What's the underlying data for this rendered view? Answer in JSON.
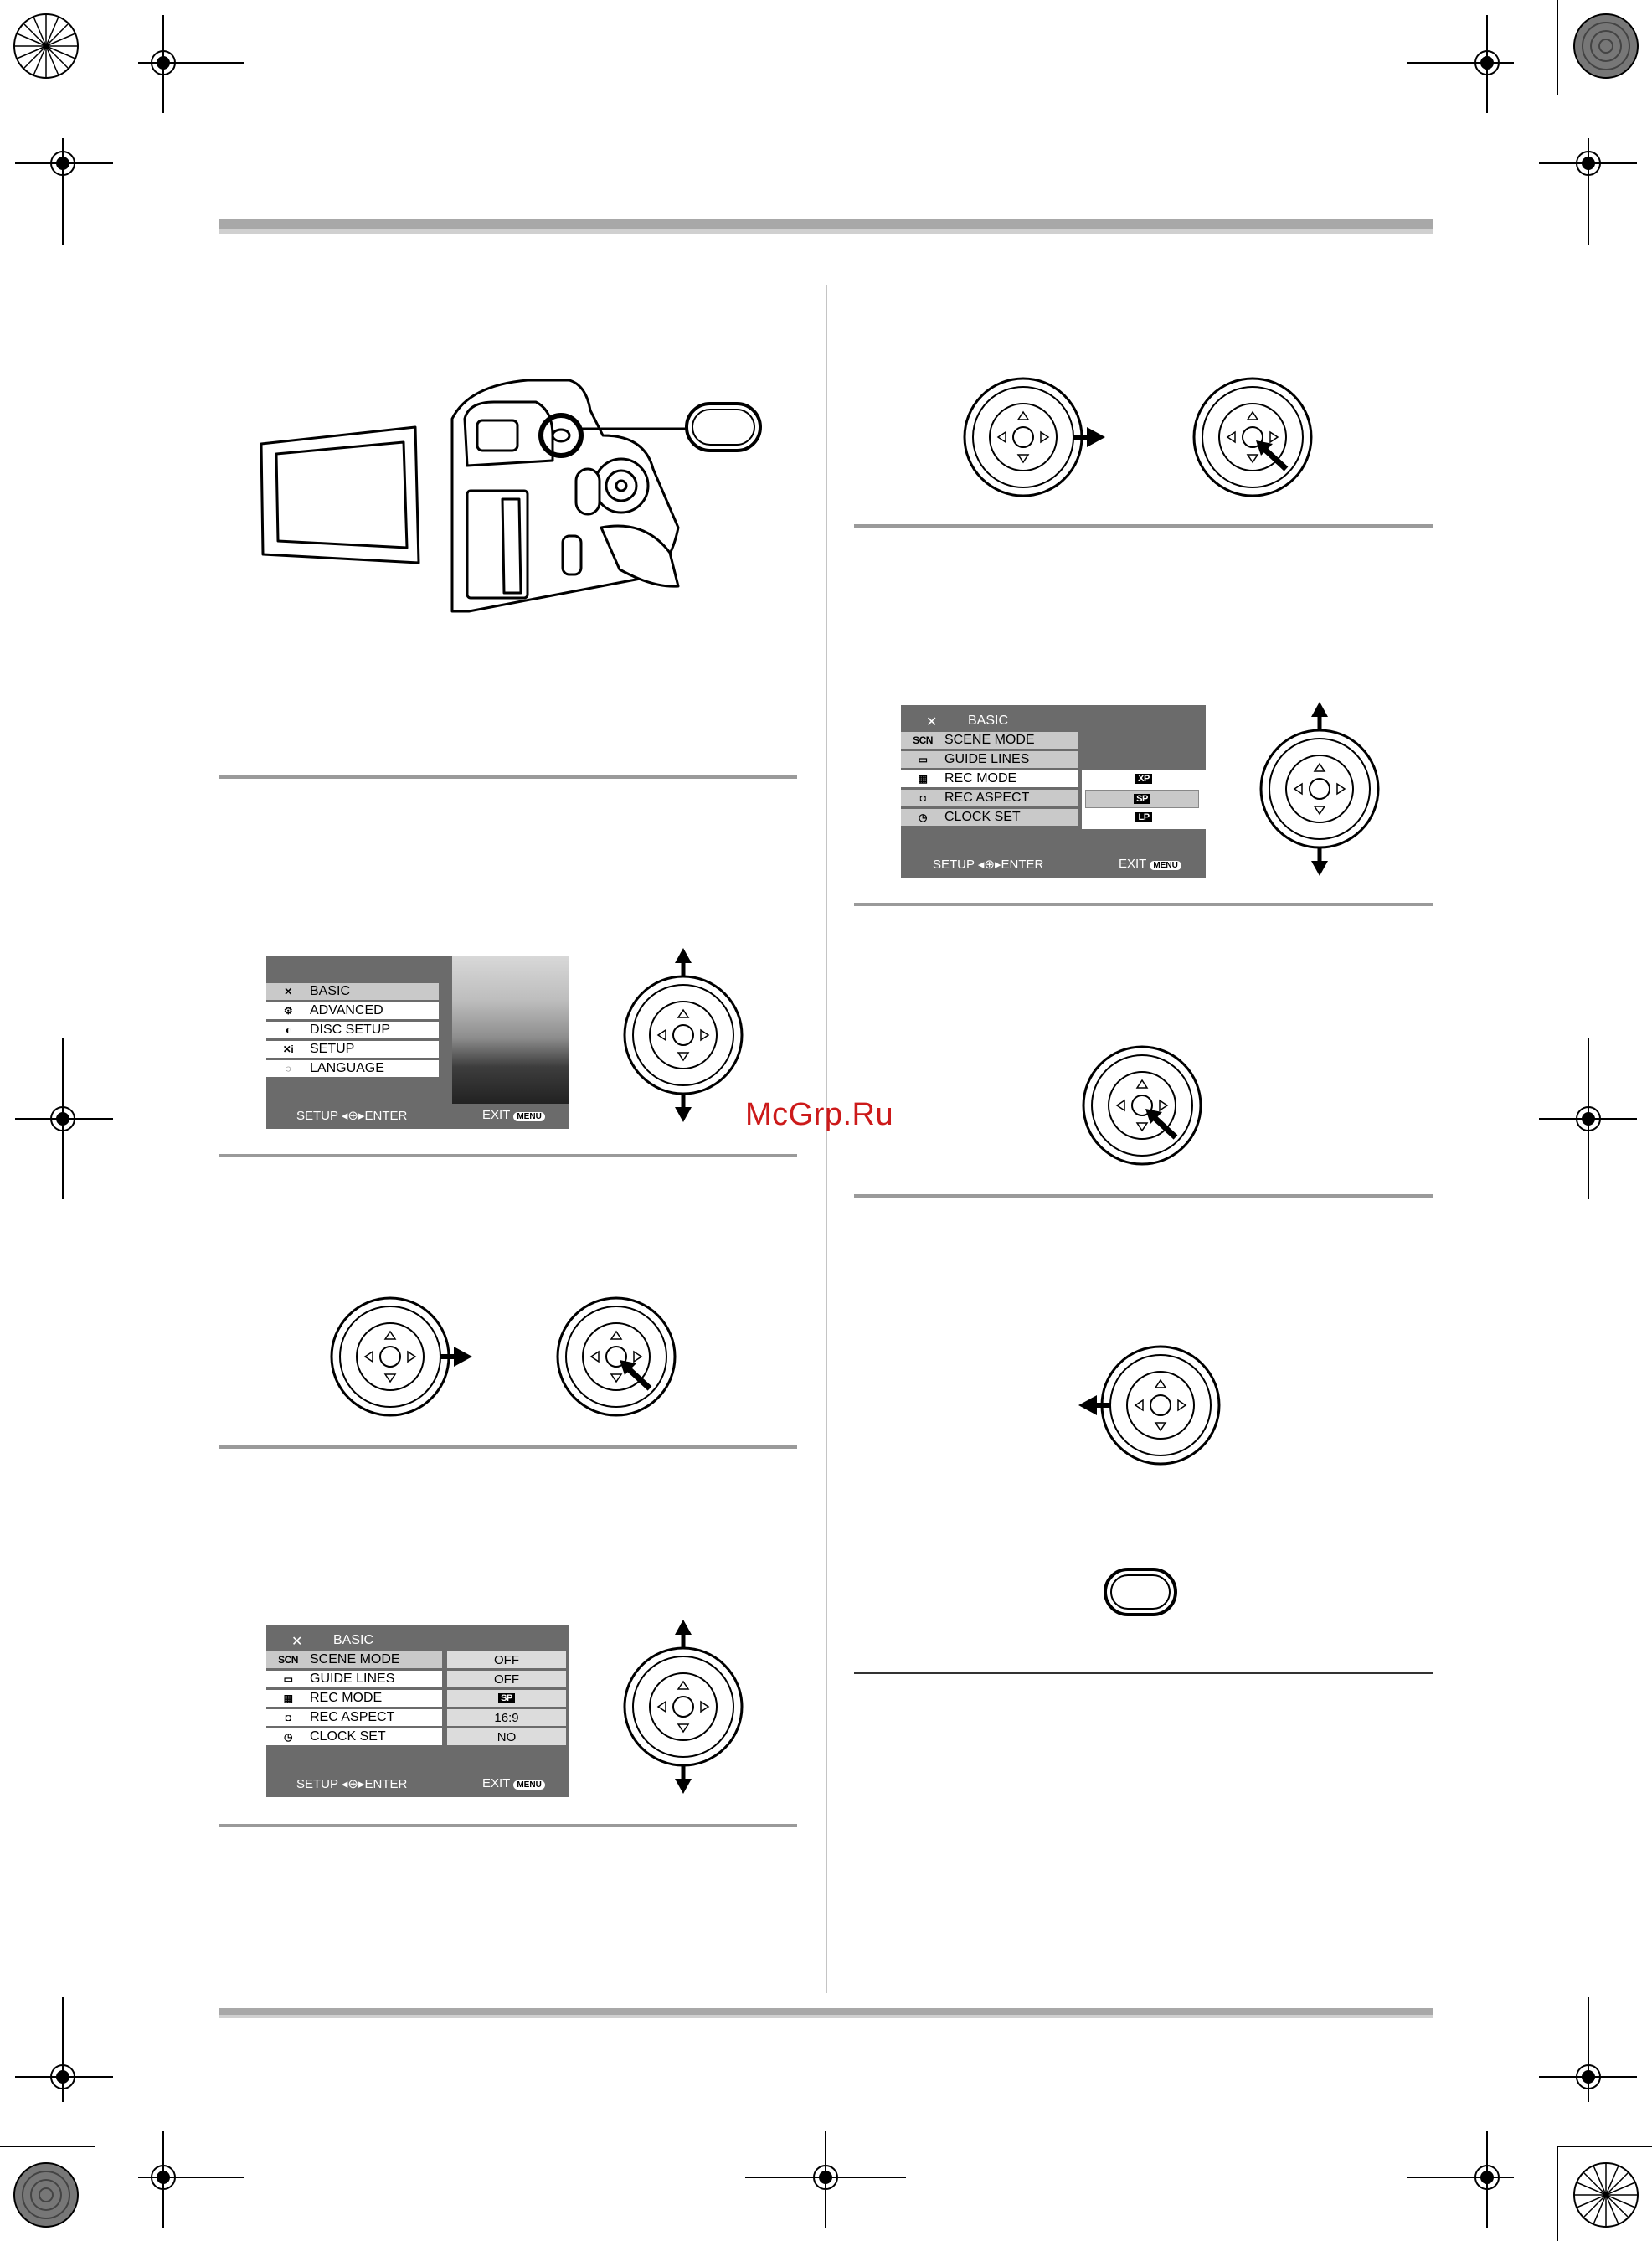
{
  "watermark": "McGrp.Ru",
  "colors": {
    "watermark": "#cc1a1a",
    "menu_bg": "#6b6b6b",
    "menu_highlight": "#c9c9c9",
    "band": "#a8a8a8"
  },
  "menu_main": {
    "items": [
      {
        "icon": "✕",
        "label": "BASIC"
      },
      {
        "icon": "⚙",
        "label": "ADVANCED"
      },
      {
        "icon": "◐",
        "label": "DISC SETUP"
      },
      {
        "icon": "✕i",
        "label": "SETUP"
      },
      {
        "icon": "◌",
        "label": "LANGUAGE"
      }
    ],
    "footer_left": "SETUP ◂⊕▸ENTER",
    "footer_right": "EXIT",
    "menu_badge": "MENU"
  },
  "menu_basic": {
    "title": "BASIC",
    "title_icon": "✕",
    "items": [
      {
        "icon": "SCN",
        "label": "SCENE MODE",
        "value": "OFF"
      },
      {
        "icon": "▭",
        "label": "GUIDE LINES",
        "value": "OFF"
      },
      {
        "icon": "▦",
        "label": "REC MODE",
        "value": "SP"
      },
      {
        "icon": "◘",
        "label": "REC ASPECT",
        "value": "16:9"
      },
      {
        "icon": "◷",
        "label": "CLOCK SET",
        "value": "NO"
      }
    ],
    "footer_left": "SETUP ◂⊕▸ENTER",
    "footer_right": "EXIT",
    "menu_badge": "MENU"
  },
  "menu_recmode": {
    "title": "BASIC",
    "title_icon": "✕",
    "items": [
      {
        "icon": "SCN",
        "label": "SCENE MODE"
      },
      {
        "icon": "▭",
        "label": "GUIDE LINES"
      },
      {
        "icon": "▦",
        "label": "REC MODE"
      },
      {
        "icon": "◘",
        "label": "REC ASPECT"
      },
      {
        "icon": "◷",
        "label": "CLOCK SET"
      }
    ],
    "options": [
      "XP",
      "SP",
      "LP"
    ],
    "footer_left": "SETUP ◂⊕▸ENTER",
    "footer_right": "EXIT",
    "menu_badge": "MENU"
  }
}
